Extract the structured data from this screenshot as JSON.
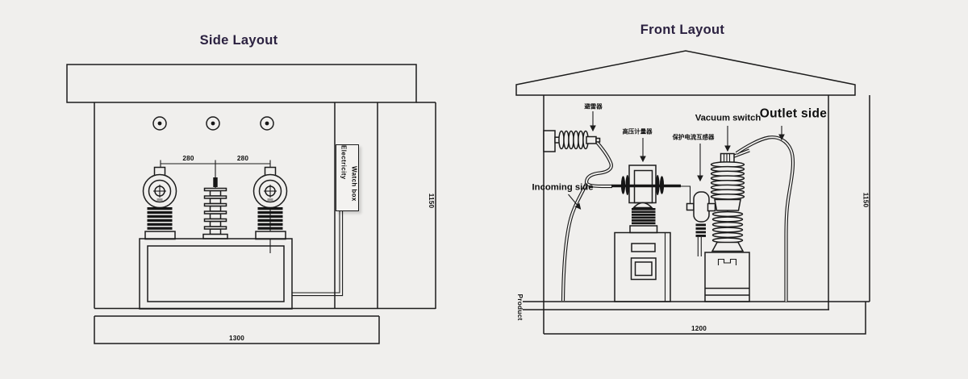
{
  "colors": {
    "background": "#f0efed",
    "line": "#1c1c1c",
    "title_text": "#2b2140",
    "label_text": "#0e0e0e"
  },
  "side_layout": {
    "title": "Side Layout",
    "dim_280_left": "280",
    "dim_280_right": "280",
    "dim_height": "1150",
    "dim_width": "1300",
    "watch_box_line1": "Electricity",
    "watch_box_line2": "Watch box"
  },
  "front_layout": {
    "title": "Front Layout",
    "label_arrester": "避雷器",
    "label_metering": "高压计量器",
    "label_ct": "保护电流互感器",
    "label_vacuum_switch": "Vacuum switch",
    "label_outlet_side": "Outlet side",
    "label_incoming_side": "Incoming side",
    "label_product": "Product",
    "dim_height": "1150",
    "dim_width": "1200"
  }
}
